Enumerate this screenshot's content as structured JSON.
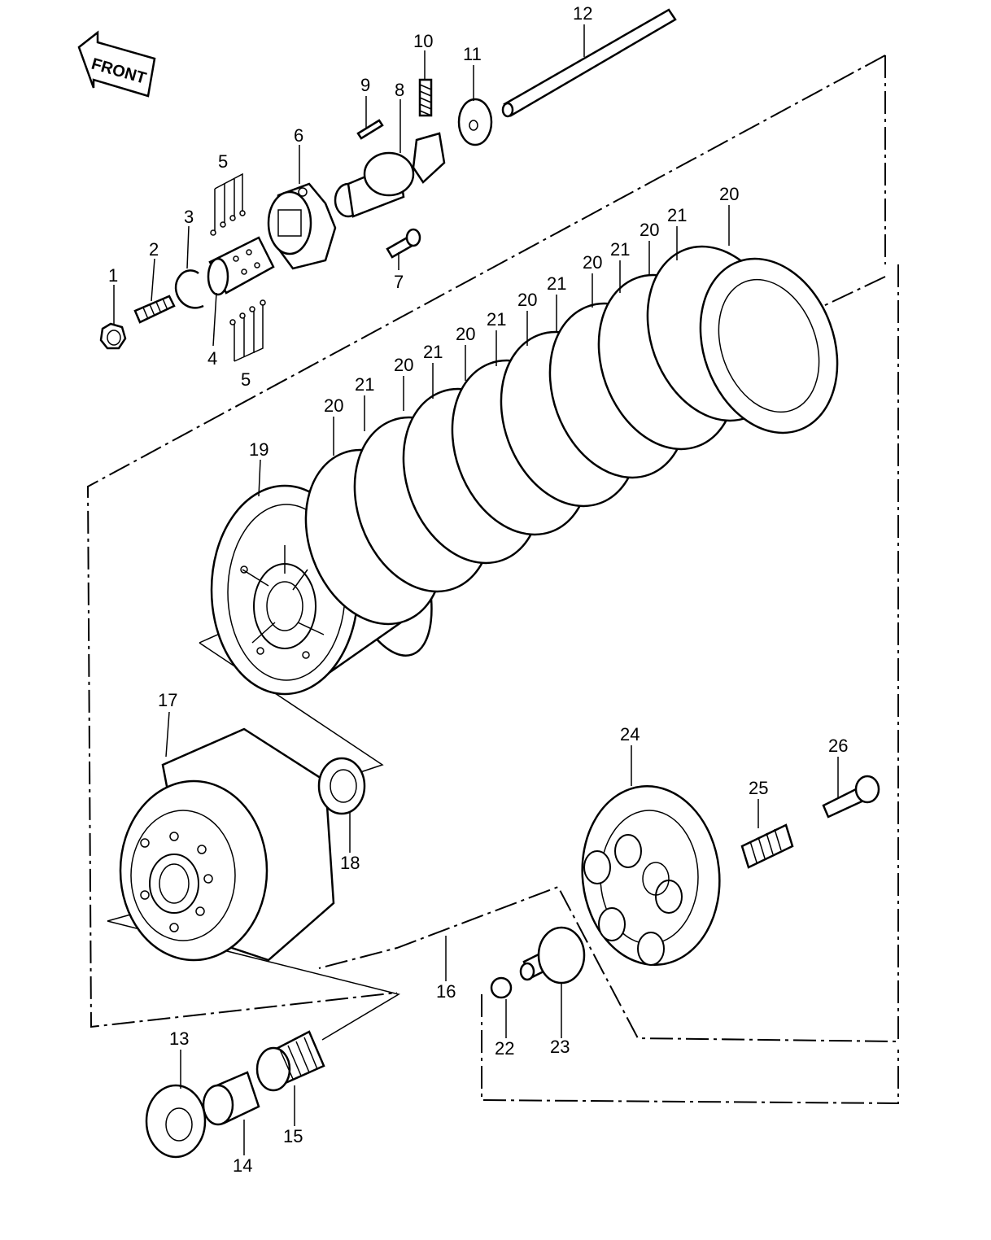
{
  "direction_arrow": {
    "label": "FRONT"
  },
  "callouts": {
    "p1": "1",
    "p2": "2",
    "p3": "3",
    "p4": "4",
    "p5a": "5",
    "p5b": "5",
    "p6": "6",
    "p7": "7",
    "p8": "8",
    "p9": "9",
    "p10": "10",
    "p11": "11",
    "p12": "12",
    "p13": "13",
    "p14": "14",
    "p15": "15",
    "p16": "16",
    "p17": "17",
    "p18": "18",
    "p19": "19",
    "p20": "20",
    "p21": "21",
    "p22": "22",
    "p23": "23",
    "p24": "24",
    "p25": "25",
    "p26": "26"
  }
}
